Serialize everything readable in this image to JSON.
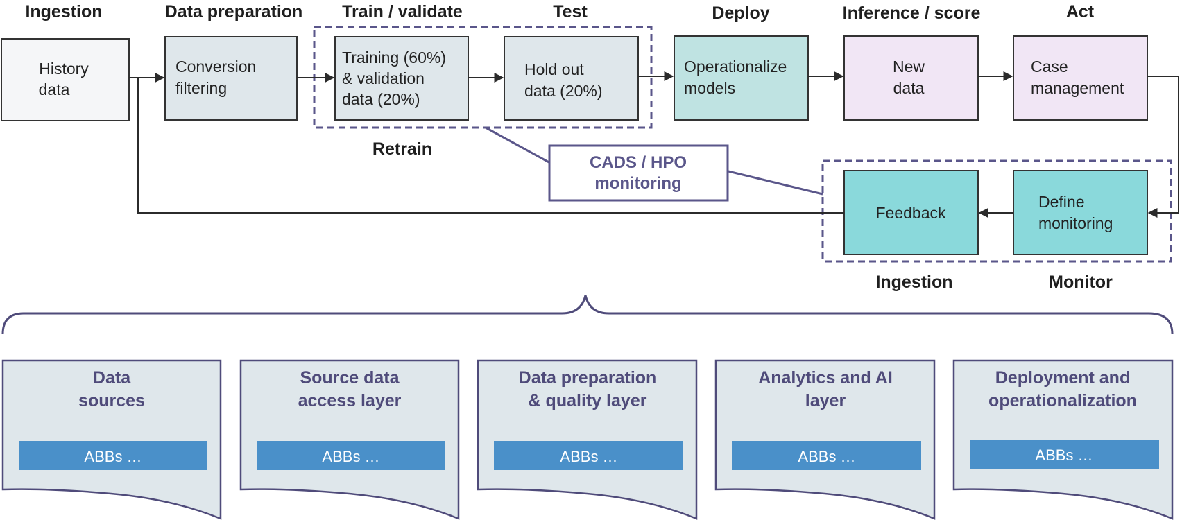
{
  "stages": {
    "ingestion_top": "Ingestion",
    "data_preparation": "Data preparation",
    "train_validate": "Train / validate",
    "test": "Test",
    "deploy": "Deploy",
    "inference_score": "Inference / score",
    "act": "Act",
    "retrain": "Retrain",
    "ingestion_bottom": "Ingestion",
    "monitor": "Monitor"
  },
  "boxes": {
    "history": [
      "History",
      "data"
    ],
    "conversion": [
      "Conversion",
      "filtering"
    ],
    "training": [
      "Training (60%)",
      "& validation",
      "data (20%)"
    ],
    "holdout": [
      "Hold out",
      "data (20%)"
    ],
    "operationalize": [
      "Operationalize",
      "models"
    ],
    "newdata": [
      "New",
      "data"
    ],
    "case": [
      "Case",
      "management"
    ],
    "feedback": [
      "Feedback"
    ],
    "define": [
      "Define",
      "monitoring"
    ]
  },
  "monitoring_callout": [
    "CADS / HPO",
    "monitoring"
  ],
  "layers": [
    {
      "title": [
        "Data",
        "sources"
      ],
      "abb": "ABBs …"
    },
    {
      "title": [
        "Source data",
        "access layer"
      ],
      "abb": "ABBs …"
    },
    {
      "title": [
        "Data preparation",
        "& quality layer"
      ],
      "abb": "ABBs …"
    },
    {
      "title": [
        "Analytics and AI",
        "layer"
      ],
      "abb": "ABBs …"
    },
    {
      "title": [
        "Deployment and",
        "operationalization"
      ],
      "abb": "ABBs …"
    }
  ],
  "colors": {
    "history_fill": "#f5f6f8",
    "process_fill": "#dfe7eb",
    "deploy_fill": "#bfe3e2",
    "inference_fill": "#f1e6f5",
    "monitor_fill": "#8ad9db",
    "layer_fill": "#dfe7eb",
    "abb_fill": "#4a90c9",
    "dashed": "#5a568a",
    "line": "#333333"
  }
}
